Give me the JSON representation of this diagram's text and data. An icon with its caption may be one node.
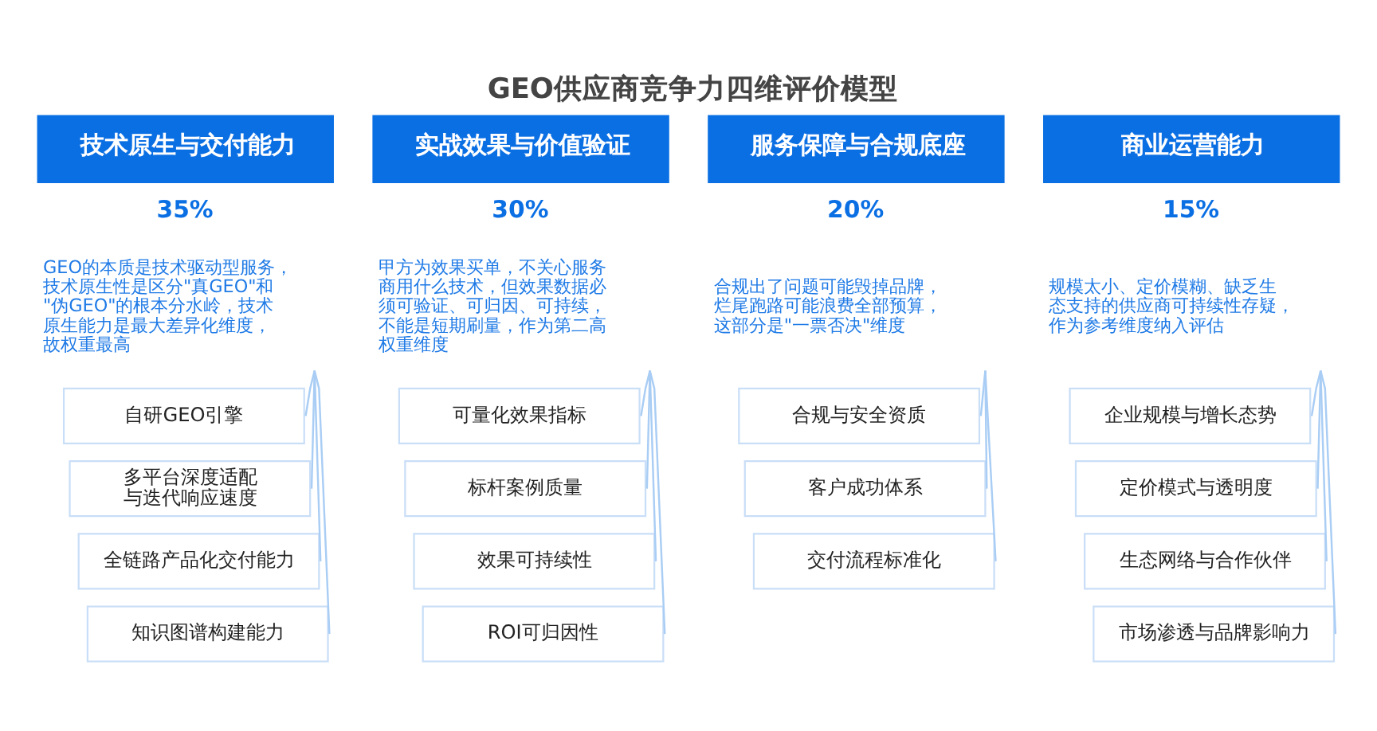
{
  "diagram": {
    "title": "GEO供应商竞争力四维评价模型",
    "nodes": [
      {
        "text": [
          "技术原生与交付能力"
        ],
        "beside": [
          "35%",
          "GEO的本质是技术驱动型服务，技术原生性是区分\"真GEO\"和\"伪GEO\"的根本分水岭，技术原生能力是最大差异化维度，故权重最高"
        ]
      },
      {
        "text": [
          "自研GEO引擎"
        ]
      },
      {
        "text": [
          "多平台深度适配与迭代响应速度"
        ]
      },
      {
        "text": [
          "全链路产品化交付能力"
        ]
      },
      {
        "text": [
          "知识图谱构建能力"
        ]
      },
      {
        "text": [
          "实战效果与价值验证"
        ],
        "beside": [
          "30%",
          "甲方为效果买单，不关心服务商用什么技术，但效果数据必须可验证、可归因、可持续，不能是短期刷量，作为第二高权重维度"
        ]
      },
      {
        "text": [
          "可量化效果指标"
        ]
      },
      {
        "text": [
          "标杆案例质量"
        ]
      },
      {
        "text": [
          "效果可持续性"
        ]
      },
      {
        "text": [
          "ROI可归因性"
        ]
      },
      {
        "text": [
          "服务保障与合规底座"
        ],
        "beside": [
          "20%",
          "合规出了问题可能毁掉品牌，烂尾跑路可能浪费全部预算，这部分是\"一票否决\"维度"
        ]
      },
      {
        "text": [
          "合规与安全资质"
        ]
      },
      {
        "text": [
          "客户成功体系"
        ]
      },
      {
        "text": [
          "交付流程标准化"
        ]
      },
      {
        "text": [
          "商业运营能力"
        ],
        "beside": [
          "15%",
          "规模太小、定价模糊、缺乏生态支持的供应商可持续性存疑，作为参考维度纳入评估"
        ]
      },
      {
        "text": [
          "企业规模与增长态势"
        ]
      },
      {
        "text": [
          "定价模式与透明度"
        ]
      },
      {
        "text": [
          "生态网络与合作伙伴"
        ]
      },
      {
        "text": [
          "市场渗透与品牌影响力"
        ]
      }
    ],
    "edges": [
      {
        "from": 0,
        "to": 1,
        "arrow": "none"
      },
      {
        "from": 0,
        "to": 2,
        "arrow": "none"
      },
      {
        "from": 0,
        "to": 3,
        "arrow": "none"
      },
      {
        "from": 0,
        "to": 4,
        "arrow": "none"
      },
      {
        "from": 5,
        "to": 6,
        "arrow": "none"
      },
      {
        "from": 5,
        "to": 7,
        "arrow": "none"
      },
      {
        "from": 5,
        "to": 8,
        "arrow": "none"
      },
      {
        "from": 5,
        "to": 9,
        "arrow": "none"
      },
      {
        "from": 10,
        "to": 11,
        "arrow": "none"
      },
      {
        "from": 10,
        "to": 12,
        "arrow": "none"
      },
      {
        "from": 10,
        "to": 13,
        "arrow": "none"
      },
      {
        "from": 14,
        "to": 15,
        "arrow": "none"
      },
      {
        "from": 14,
        "to": 16,
        "arrow": "none"
      },
      {
        "from": 14,
        "to": 17,
        "arrow": "none"
      },
      {
        "from": 14,
        "to": 18,
        "arrow": "none"
      }
    ]
  }
}
